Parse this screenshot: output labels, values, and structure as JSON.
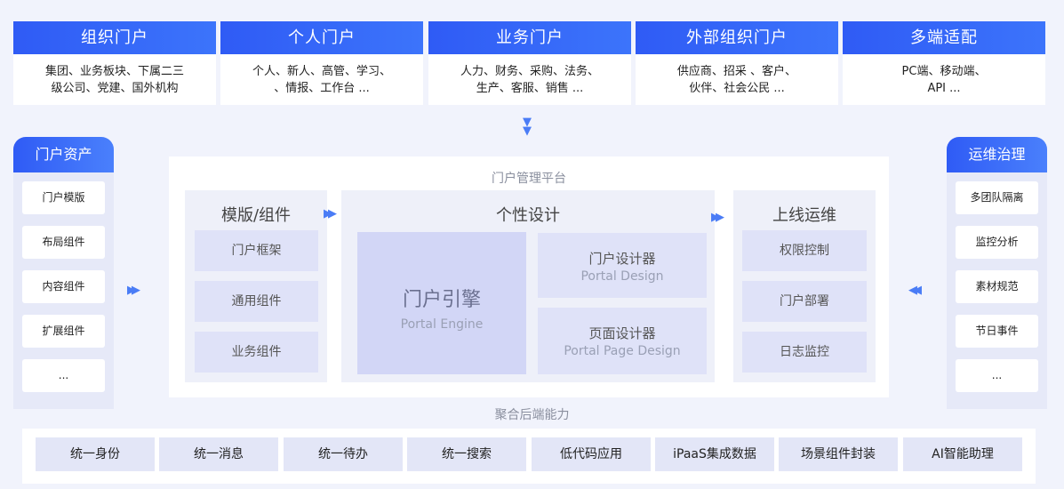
{
  "portals": [
    {
      "title": "组织门户",
      "lines": [
        "集团、业务板块、下属二三",
        "级公司、党建、国外机构"
      ]
    },
    {
      "title": "个人门户",
      "lines": [
        "个人、新人、高管、学习、",
        "、情报、工作台 ..."
      ]
    },
    {
      "title": "业务门户",
      "lines": [
        "人力、财务、采购、法务、",
        "生产、客服、销售 ..."
      ]
    },
    {
      "title": "外部组织门户",
      "lines": [
        "供应商、招采 、客户、",
        "伙伴、社会公民 ..."
      ]
    },
    {
      "title": "多端适配",
      "lines": [
        "PC端、移动端、",
        "API ..."
      ]
    }
  ],
  "assets": {
    "title": "门户资产",
    "items": [
      "门户模版",
      "布局组件",
      "内容组件",
      "扩展组件",
      "..."
    ]
  },
  "ops_governance": {
    "title": "运维治理",
    "items": [
      "多团队隔离",
      "监控分析",
      "素材规范",
      "节日事件",
      "..."
    ]
  },
  "platform": {
    "title": "门户管理平台",
    "templates": {
      "title": "模版/组件",
      "items": [
        "门户框架",
        "通用组件",
        "业务组件"
      ]
    },
    "design": {
      "title": "个性设计",
      "engine": {
        "zh": "门户引擎",
        "en": "Portal Engine"
      },
      "portal_designer": {
        "zh": "门户设计器",
        "en": "Portal Design"
      },
      "page_designer": {
        "zh": "页面设计器",
        "en": "Portal Page Design"
      }
    },
    "ops": {
      "title": "上线运维",
      "items": [
        "权限控制",
        "门户部署",
        "日志监控"
      ]
    }
  },
  "backend": {
    "title": "聚合后端能力",
    "items": [
      "统一身份",
      "统一消息",
      "统一待办",
      "统一搜索",
      "低代码应用",
      "iPaaS集成数据",
      "场景组件封装",
      "AI智能助理"
    ]
  },
  "colors": {
    "accent": "#2f5bf5",
    "arrow": "#4a7cf6"
  }
}
